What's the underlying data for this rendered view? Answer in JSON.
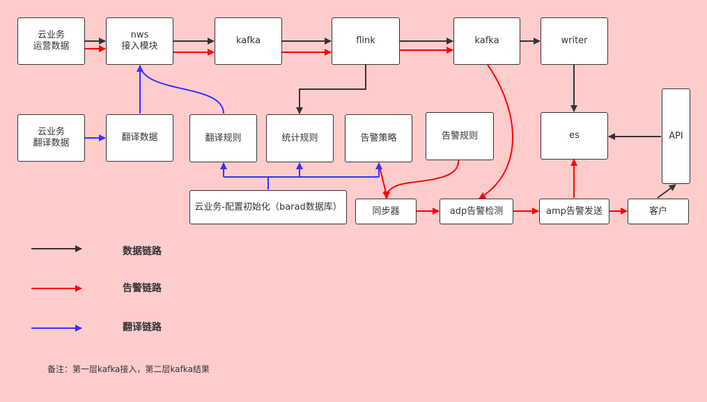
{
  "colors": {
    "background": "#ffcccc",
    "data_link": "#333333",
    "alert_link": "#ff0000",
    "translate_link": "#3333ff"
  },
  "nodes": {
    "cloud_ops": "云业务\n运营数据",
    "nws": "nws\n接入模块",
    "kafka1": "kafka",
    "flink": "flink",
    "kafka2": "kafka",
    "writer": "writer",
    "cloud_translate": "云业务\n翻译数据",
    "translate_data": "翻译数据",
    "translate_rules": "翻译规则",
    "stat_rules": "统计规则",
    "alert_policy": "告警策略",
    "alert_rules": "告警规则",
    "es": "es",
    "api": "API",
    "config_init": "云业务-配置初始化（barad数据库）",
    "sync": "同步器",
    "adp": "adp告警检测",
    "amp": "amp告警发送",
    "customer": "客户"
  },
  "legend": {
    "data": "数据链路",
    "alert": "告警链路",
    "translate": "翻译链路"
  },
  "note": "备注：第一层kafka接入，第二层kafka结果"
}
